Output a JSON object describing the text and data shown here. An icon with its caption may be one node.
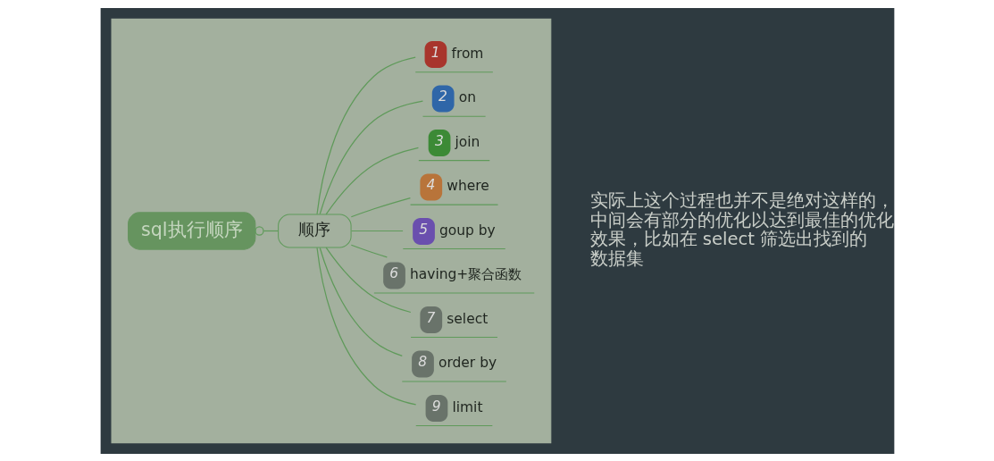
{
  "diagram": {
    "nodes": [
      {
        "text": [],
        "shape": "box"
      },
      {
        "text": [
          "sql执行顺序"
        ],
        "in": 0
      },
      {
        "text": [
          "顺序"
        ],
        "in": 0
      },
      {
        "text": [
          "1",
          "from"
        ],
        "in": 0
      },
      {
        "text": [
          "2",
          "on"
        ],
        "in": 0
      },
      {
        "text": [
          "3",
          "join"
        ],
        "in": 0
      },
      {
        "text": [
          "4",
          "where"
        ],
        "in": 0
      },
      {
        "text": [
          "5",
          "goup by"
        ],
        "in": 0
      },
      {
        "text": [
          "6",
          "having+聚合函数"
        ],
        "in": 0
      },
      {
        "text": [
          "7",
          "select"
        ],
        "in": 0
      },
      {
        "text": [
          "8",
          "order by"
        ],
        "in": 0
      },
      {
        "text": [
          "9",
          "limit"
        ],
        "in": 0
      }
    ],
    "edges": [
      {
        "from": 1,
        "to": 2,
        "arrow": "other"
      },
      {
        "from": 2,
        "to": 3,
        "arrow": "none"
      },
      {
        "from": 2,
        "to": 4,
        "arrow": "none"
      },
      {
        "from": 2,
        "to": 5,
        "arrow": "none"
      },
      {
        "from": 2,
        "to": 6,
        "arrow": "none"
      },
      {
        "from": 2,
        "to": 7,
        "arrow": "none"
      },
      {
        "from": 2,
        "to": 8,
        "arrow": "none"
      },
      {
        "from": 2,
        "to": 9,
        "arrow": "none"
      },
      {
        "from": 2,
        "to": 10,
        "arrow": "none"
      },
      {
        "from": 2,
        "to": 11,
        "arrow": "none"
      }
    ],
    "labels": [
      "实际上这个过程也并不是绝对这样的，中间会有部分的优化以达到最佳的优化效果，比如在 select 筛选出找到的数据集"
    ]
  }
}
